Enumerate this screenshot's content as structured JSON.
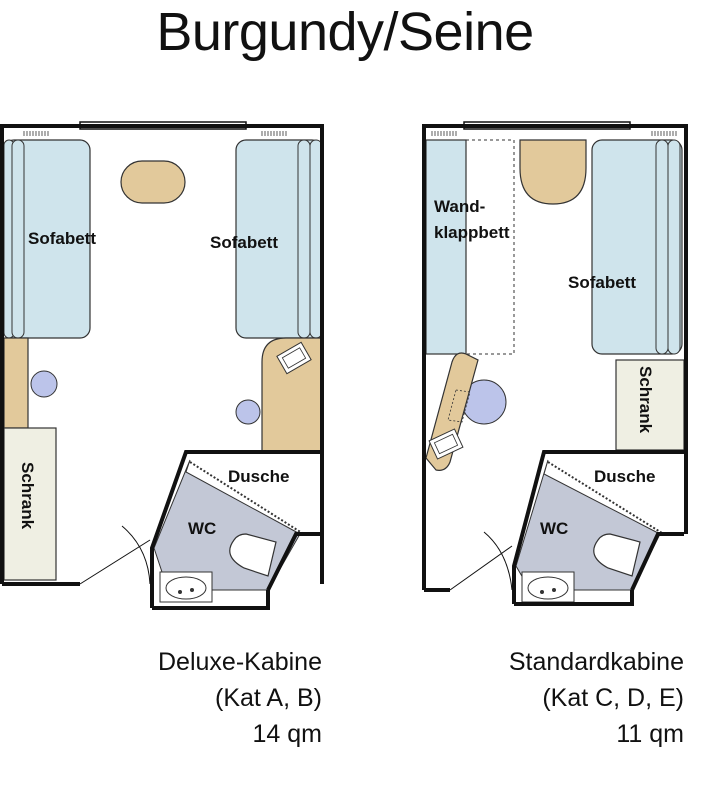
{
  "title": "Burgundy/Seine",
  "cabins": [
    {
      "labels": {
        "sofa_left": "Sofabett",
        "sofa_right": "Sofabett",
        "wardrobe": "Schrank",
        "shower": "Dusche",
        "wc": "WC"
      },
      "caption": {
        "name": "Deluxe-Kabine",
        "category": "(Kat A, B)",
        "area": "14 qm"
      }
    },
    {
      "labels": {
        "wall_bed_line1": "Wand-",
        "wall_bed_line2": "klappbett",
        "sofa": "Sofabett",
        "wardrobe": "Schrank",
        "shower": "Dusche",
        "wc": "WC"
      },
      "caption": {
        "name": "Standardkabine",
        "category": "(Kat C, D, E)",
        "area": "11 qm"
      }
    }
  ],
  "colors": {
    "sofa": "#cfe4ec",
    "wood": "#e2c99b",
    "wc_floor": "#c3c8d6",
    "chair": "#bcc4ea",
    "wardrobe": "#efefe3",
    "wall": "#111111"
  }
}
